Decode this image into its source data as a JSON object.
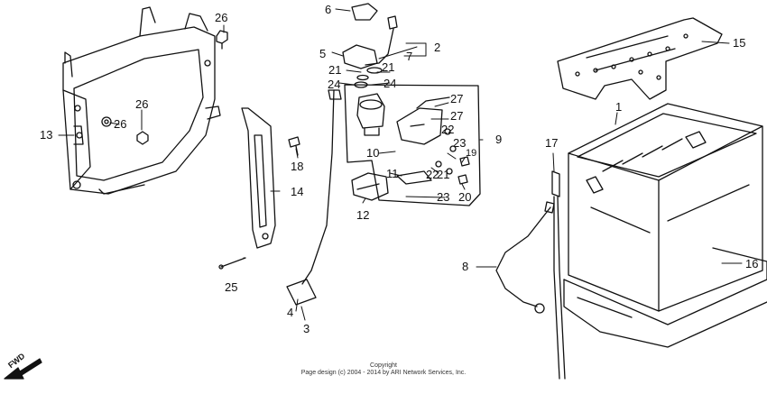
{
  "callouts": {
    "c1": "1",
    "c2": "2",
    "c3": "3",
    "c4": "4",
    "c5": "5",
    "c6": "6",
    "c7": "7",
    "c8": "8",
    "c9": "9",
    "c10": "10",
    "c11": "11",
    "c12": "12",
    "c13": "13",
    "c14": "14",
    "c15": "15",
    "c16": "16",
    "c17": "17",
    "c18": "18",
    "c19": "19",
    "c20": "20",
    "c21a": "21",
    "c21b": "21",
    "c21c": "21",
    "c22a": "22",
    "c22b": "22",
    "c23a": "23",
    "c23b": "23",
    "c24a": "24",
    "c24b": "24",
    "c25": "25",
    "c26a": "26",
    "c26b": "26",
    "c26c": "26",
    "c27a": "27",
    "c27b": "27"
  },
  "direction_label": "FWD",
  "copyright": {
    "line1": "Copyright",
    "line2": "Page design (c) 2004 - 2014 by ARI Network Services, Inc."
  },
  "colors": {
    "ink": "#111111",
    "paper": "#ffffff",
    "shade": "#555555"
  }
}
